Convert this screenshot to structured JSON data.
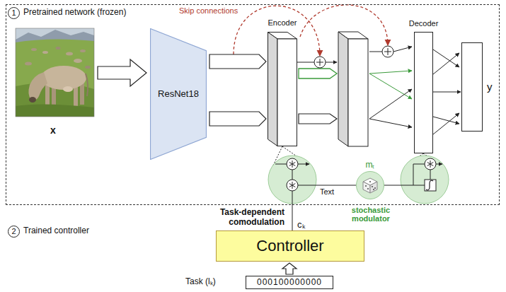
{
  "diagram": {
    "nodes": [
      {
        "text": [
          "Pretrained network (frozen)"
        ]
      },
      {
        "text": [
          "1"
        ],
        "in": 0
      },
      {
        "text": [
          "ResNet18"
        ],
        "in": 0
      },
      {
        "text": [
          "Encoder"
        ],
        "in": 0
      },
      {
        "text": [
          "Decoder"
        ],
        "in": 0
      },
      {
        "text": [
          "y"
        ],
        "in": 0
      },
      {
        "text": [
          "mₜ",
          "stochastic modulator"
        ],
        "in": 0
      },
      {
        "text": [
          "2"
        ]
      },
      {
        "text": [
          "Controller"
        ]
      },
      {
        "text": [
          "000100000000"
        ]
      }
    ],
    "edges": [
      {
        "from": 2,
        "to": 3,
        "arrow": "to"
      },
      {
        "from": 2,
        "to": 3,
        "arrow": "to"
      },
      {
        "from": 4,
        "to": 5,
        "arrow": "to"
      },
      {
        "from": 9,
        "to": 8,
        "arrow": "to"
      }
    ],
    "labels": [
      "x",
      "Skip connections",
      "Text",
      "cₖ",
      "Task-dependent comodulation",
      "Trained controller",
      "Task (lₖ)"
    ]
  }
}
